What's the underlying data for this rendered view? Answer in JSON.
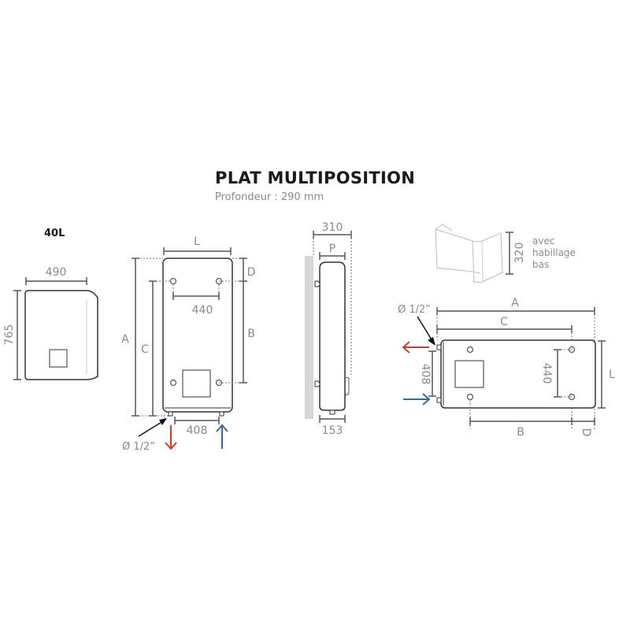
{
  "header": {
    "title": "PLAT MULTIPOSITION",
    "subtitle": "Profondeur : 290 mm"
  },
  "model": {
    "label": "40L",
    "width_mm": "490",
    "height_mm": "765"
  },
  "front_view": {
    "width_label": "L",
    "height_total_label": "A",
    "height_fixing_label": "C",
    "top_offset_label": "D",
    "fixing_spacing_label": "B",
    "fixing_width_mm": "440",
    "pipe_spacing_mm": "408",
    "pipe_diameter": "Ø 1/2”"
  },
  "side_view": {
    "total_depth_mm": "310",
    "depth_label": "P",
    "bottom_depth_mm": "153"
  },
  "cover": {
    "height_mm": "320",
    "note_line1": "avec",
    "note_line2": "habillage",
    "note_line3": "bas"
  },
  "horizontal_view": {
    "length_label": "A",
    "fixing_length_label": "C",
    "width_label": "L",
    "fixing_spacing_label": "B",
    "end_offset_label": "D",
    "pipe_spacing_mm": "408",
    "fixing_width_mm": "440",
    "pipe_diameter": "Ø 1/2”"
  },
  "colors": {
    "hot_water": "#d0392b",
    "cold_water": "#2e6da4",
    "line": "#444444",
    "dimension_text": "#8a8a8a",
    "wall": "#d6d6d6"
  }
}
